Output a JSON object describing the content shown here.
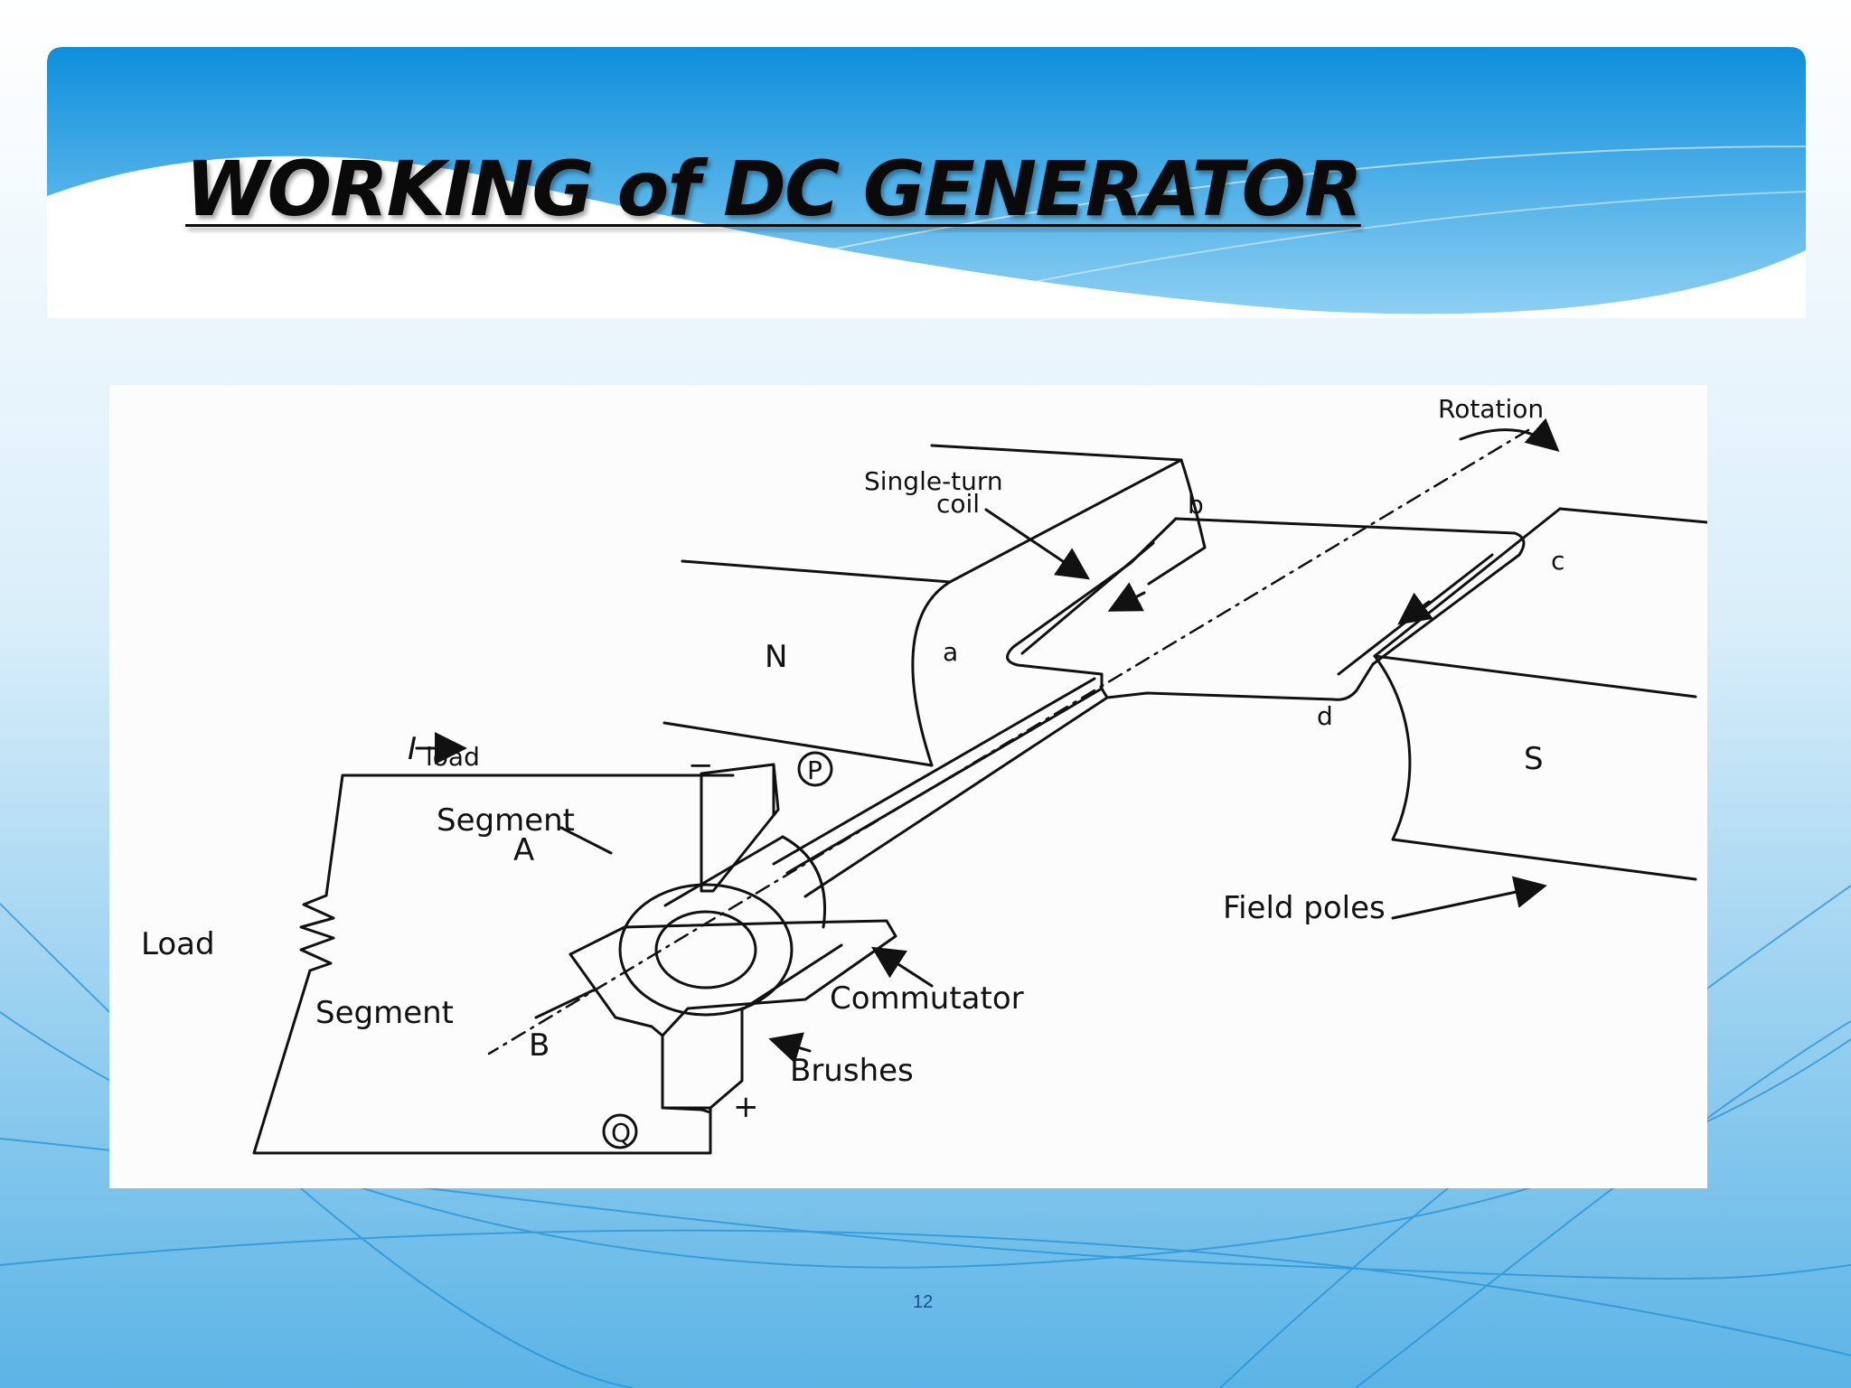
{
  "slide": {
    "title": "WORKING of DC GENERATOR",
    "page_number": "12"
  },
  "diagram": {
    "labels": {
      "rotation": "Rotation",
      "single_turn_coil_1": "Single-turn",
      "single_turn_coil_2": "coil",
      "b": "b",
      "c": "c",
      "a": "a",
      "d": "d",
      "n": "N",
      "s": "S",
      "i_load": "I",
      "i_load_sub": "load",
      "p": "P",
      "q": "Q",
      "minus": "−",
      "plus": "+",
      "segment_a_1": "Segment",
      "segment_a_2": "A",
      "segment_b_1": "Segment",
      "segment_b_2": "B",
      "load": "Load",
      "field_poles": "Field poles",
      "commutator": "Commutator",
      "brushes": "Brushes"
    }
  },
  "colors": {
    "accent_top": "#1592db",
    "accent_light": "#bfe2f6"
  }
}
